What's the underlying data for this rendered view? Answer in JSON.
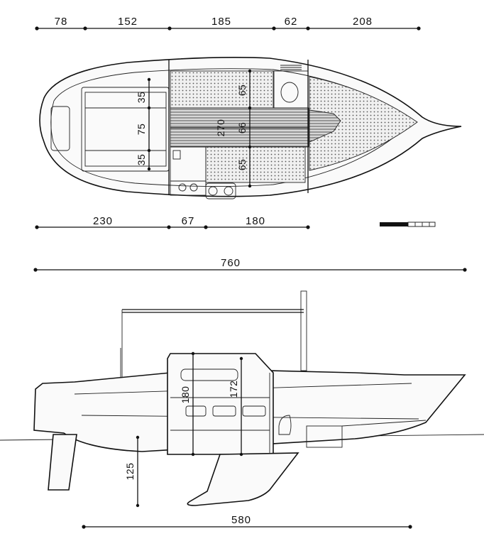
{
  "top_plan": {
    "dims_top": [
      "78",
      "152",
      "185",
      "62",
      "208"
    ],
    "dims_bottom": [
      "230",
      "67",
      "180"
    ],
    "berths": [
      "35",
      "75",
      "35",
      "65",
      "66",
      "65",
      "270"
    ]
  },
  "overall_length": "760",
  "profile": {
    "headroom": [
      "180",
      "172"
    ],
    "draft": "125",
    "waterline": "580"
  },
  "colors": {
    "ink": "#111111",
    "fill_dots": "#e9e9e9",
    "fill_dark": "#bdbdbd"
  }
}
